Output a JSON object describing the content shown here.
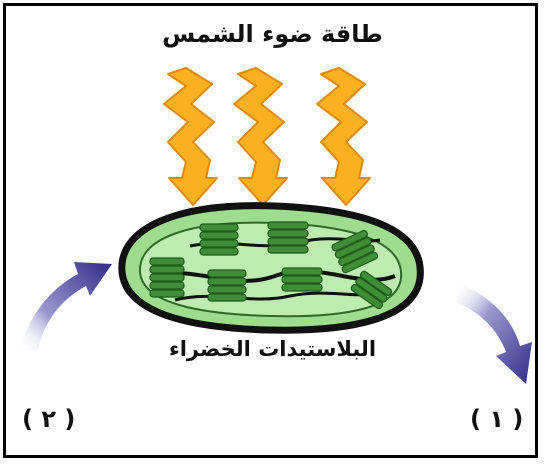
{
  "diagram": {
    "title": "طاقة ضوء الشمس",
    "chloroplast_label": "البلاستيدات الخضراء",
    "label_left": "( ٢ )",
    "label_right": "( ١ )"
  },
  "colors": {
    "ray": "#F9B122",
    "ray_stroke": "#E08A00",
    "chloroplast_fill": "#9EDC8E",
    "chloroplast_inner": "#BDEBB0",
    "grana": "#3E8E36",
    "grana_stroke": "#1F5A1B",
    "outline": "#111111",
    "arrow": "#2F2A86"
  },
  "icons": [
    "sunlight-ray-icon",
    "chloroplast-icon",
    "curved-arrow-icon"
  ]
}
